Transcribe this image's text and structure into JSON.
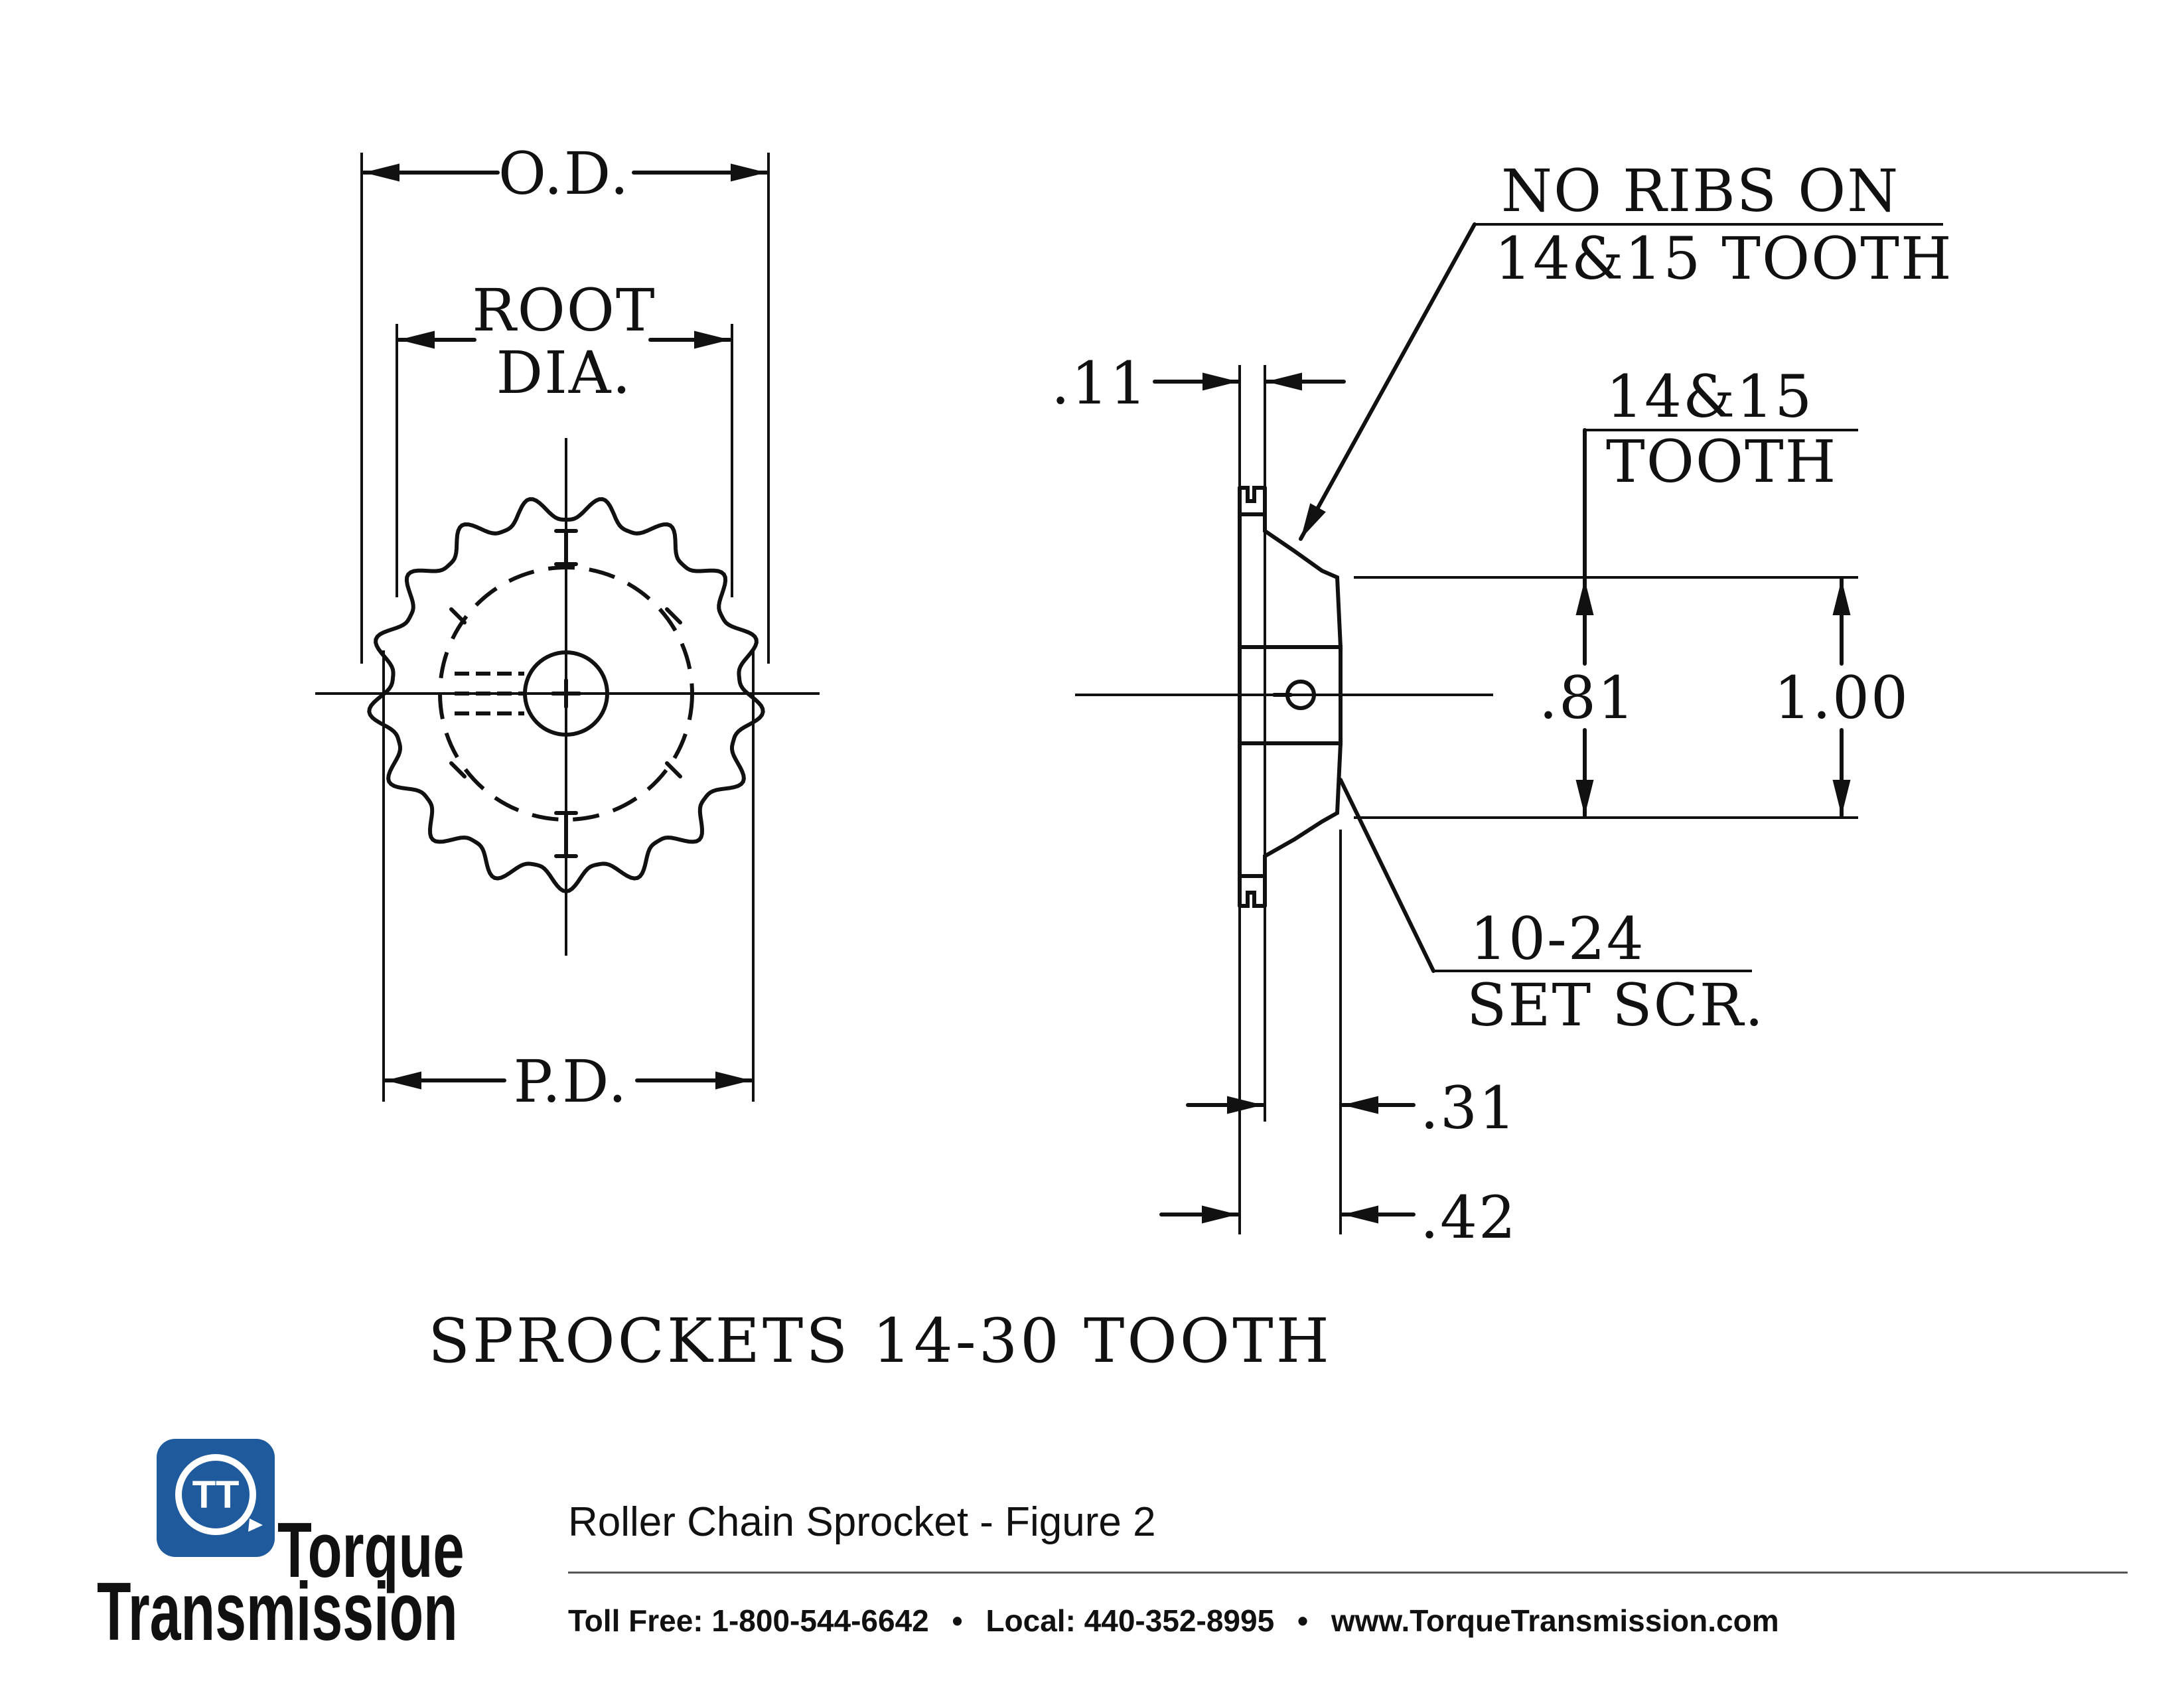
{
  "drawing": {
    "front_view": {
      "od_label": "O.D.",
      "root_dia_label": [
        "ROOT",
        "DIA."
      ],
      "pd_label": "P.D."
    },
    "side_view": {
      "dim_11": ".11",
      "rib_note": [
        "NO RIBS ON",
        "14&15 TOOTH"
      ],
      "tooth_note": [
        "14&15",
        "TOOTH"
      ],
      "dim_81": ".81",
      "dim_100": "1.00",
      "setscrew_note": [
        "10-24",
        "SET SCR."
      ],
      "dim_31": ".31",
      "dim_42": ".42"
    },
    "caption": "SPROCKETS 14-30 TOOTH"
  },
  "footer": {
    "title": "Roller Chain Sprocket - Figure 2",
    "toll_free": "Toll Free: 1-800-544-6642",
    "local": "Local: 440-352-8995",
    "website": "www.TorqueTransmission.com",
    "separator": "•"
  },
  "logo": {
    "badge_text": "TT",
    "word1": "Torque",
    "word2": "Transmission",
    "brand_color": "#1f5a9c"
  }
}
